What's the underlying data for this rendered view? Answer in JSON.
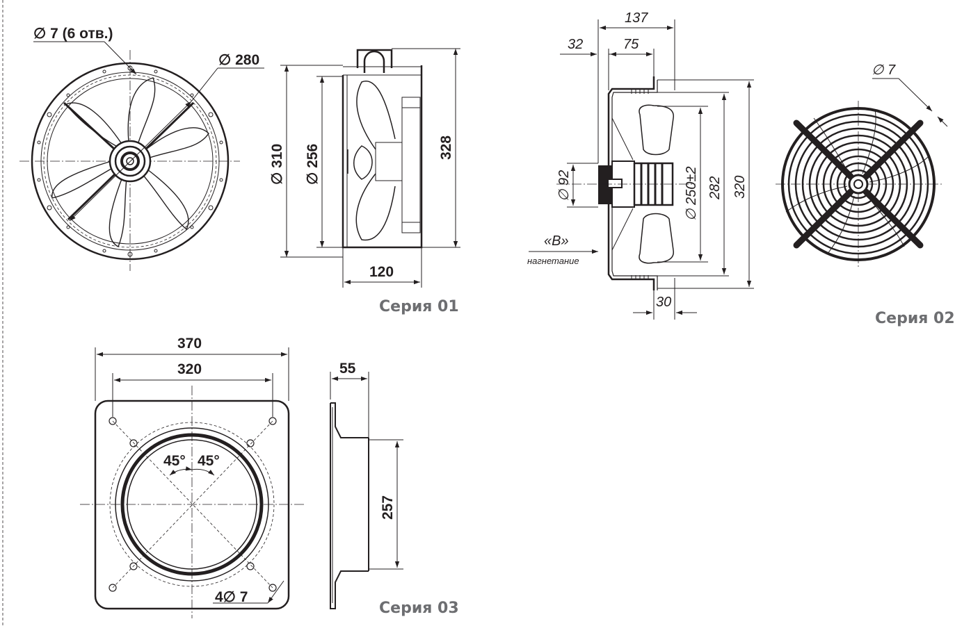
{
  "series01": {
    "label": "Серия 01",
    "holes_note": "∅ 7 (6 отв.)",
    "dia_280": "∅ 280",
    "dia_310": "∅ 310",
    "dia_256": "∅ 256",
    "height_328": "328",
    "depth_120": "120"
  },
  "series02": {
    "label": "Серия 02",
    "dim_137": "137",
    "dim_32": "32",
    "dim_75": "75",
    "dia_92": "∅ 92",
    "dia_250": "∅ 250±2",
    "dim_282": "282",
    "dim_320": "320",
    "dim_30": "30",
    "flow_mark": "«В»",
    "flow_note": "нагнетание",
    "grille_hole": "∅ 7"
  },
  "series03": {
    "label": "Серия 03",
    "width_370": "370",
    "width_320": "320",
    "depth_55": "55",
    "height_257": "257",
    "angle_left": "45°",
    "angle_right": "45°",
    "holes_note": "4∅ 7"
  }
}
